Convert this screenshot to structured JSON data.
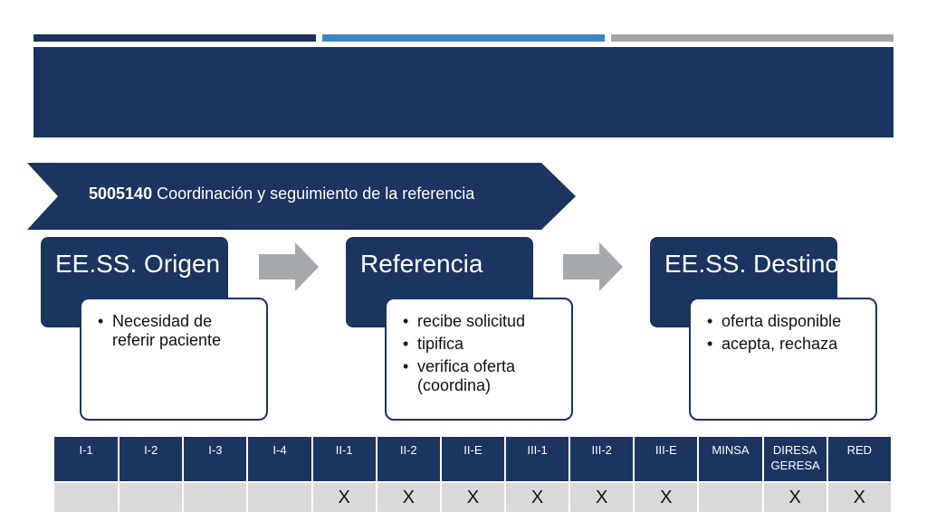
{
  "banner": {
    "code": "5005140",
    "label": "Coordinación y seguimiento de la referencia"
  },
  "stages": [
    {
      "title": "EE.SS. Origen",
      "items": [
        "Necesidad de referir paciente"
      ]
    },
    {
      "title": "Referencia",
      "items": [
        "recibe solicitud",
        "tipifica",
        "verifica oferta (coordina)"
      ]
    },
    {
      "title": "EE.SS. Destino",
      "items": [
        "oferta disponible",
        "acepta, rechaza"
      ]
    }
  ],
  "table": {
    "headers": [
      "I-1",
      "I-2",
      "I-3",
      "I-4",
      "II-1",
      "II-2",
      "II-E",
      "III-1",
      "III-2",
      "III-E",
      "MINSA",
      "DIRESA GERESA",
      "RED"
    ],
    "marks": [
      "",
      "",
      "",
      "",
      "X",
      "X",
      "X",
      "X",
      "X",
      "X",
      "",
      "X",
      "X"
    ]
  },
  "colors": {
    "navy": "#1b3460",
    "blue": "#3f86c3",
    "gray": "#a3a5a8",
    "arrow": "#a5a8ad",
    "cell": "#d9d9dc"
  }
}
